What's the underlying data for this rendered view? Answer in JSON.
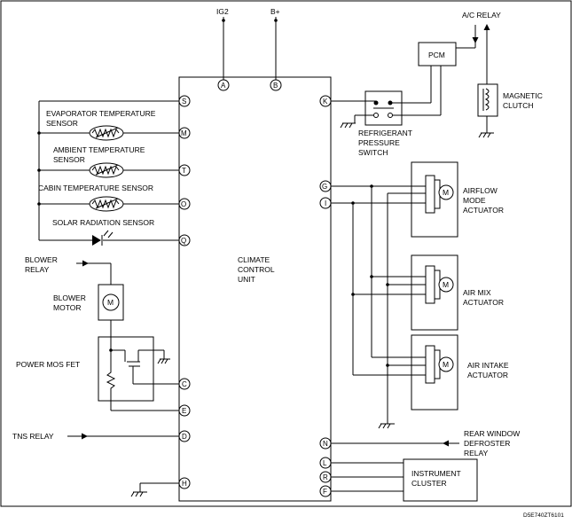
{
  "diagram": {
    "unit": [
      "CLIMATE",
      "CONTROL",
      "UNIT"
    ],
    "terminals": {
      "A": "A",
      "B": "B",
      "S": "S",
      "M": "M",
      "T": "T",
      "O": "O",
      "Q": "Q",
      "C": "C",
      "E": "E",
      "D": "D",
      "H": "H",
      "K": "K",
      "G": "G",
      "I": "I",
      "N": "N",
      "L": "L",
      "R": "R",
      "F": "F"
    },
    "supplies": {
      "ig2": "IG2",
      "bplus": "B+"
    },
    "labels": {
      "ac_relay": "A/C RELAY",
      "pcm": "PCM",
      "magnetic_clutch": [
        "MAGNETIC",
        "CLUTCH"
      ],
      "refrigerant_switch": [
        "REFRIGERANT",
        "PRESSURE",
        "SWITCH"
      ],
      "evaporator_sensor": [
        "EVAPORATOR TEMPERATURE",
        "SENSOR"
      ],
      "ambient_sensor": [
        "AMBIENT TEMPERATURE",
        "SENSOR"
      ],
      "cabin_sensor": "CABIN TEMPERATURE SENSOR",
      "solar_sensor": "SOLAR RADIATION SENSOR",
      "blower_relay": [
        "BLOWER",
        "RELAY"
      ],
      "blower_motor": [
        "BLOWER",
        "MOTOR"
      ],
      "power_mos_fet": "POWER MOS FET",
      "tns_relay": "TNS RELAY",
      "airflow_actuator": [
        "AIRFLOW",
        "MODE",
        "ACTUATOR"
      ],
      "air_mix_actuator": [
        "AIR MIX",
        "ACTUATOR"
      ],
      "air_intake_actuator": [
        "AIR INTAKE",
        "ACTUATOR"
      ],
      "rear_defroster": [
        "REAR WINDOW",
        "DEFROSTER",
        "RELAY"
      ],
      "instrument_cluster": [
        "INSTRUMENT",
        "CLUSTER"
      ],
      "motor_symbol": "M"
    },
    "figure_code": "D5E740ZT6101"
  }
}
